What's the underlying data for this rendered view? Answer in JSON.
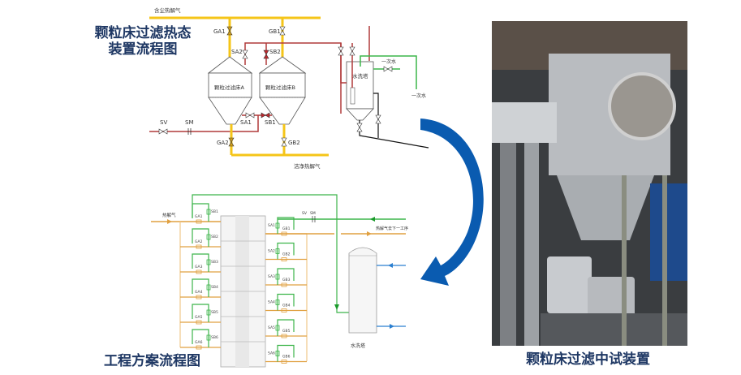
{
  "titles": {
    "hot_state_flow": "颗粒床过滤热态\n装置流程图",
    "engineering_flow": "工程方案流程图",
    "pilot_device": "颗粒床过滤中试装置"
  },
  "hot_diagram": {
    "inlet_gas": "含尘热解气",
    "outlet_gas": "洁净热解气",
    "filter_a": "颗粒过滤床A",
    "filter_b": "颗粒过滤床B",
    "water_tower": "水洗塔",
    "water_in_1": "一次水",
    "water_in_2": "一次水",
    "valves": {
      "ga1": "GA1",
      "gb1": "GB1",
      "sa2": "SA2",
      "sb2": "SB2",
      "sa1": "SA1",
      "sb1": "SB1",
      "ga2": "GA2",
      "gb2": "GB2",
      "sv": "SV",
      "sm": "SM"
    }
  },
  "eng_diagram": {
    "inlet_gas": "热解气",
    "outlet_gas": "热解气去下一工序",
    "tower": "水洗塔",
    "sv": "SV",
    "sm": "SM",
    "left_units": [
      {
        "ga": "GA1",
        "sb": "SB1"
      },
      {
        "ga": "GA2",
        "sb": "SB2"
      },
      {
        "ga": "GA3",
        "sb": "SB3"
      },
      {
        "ga": "GA4",
        "sb": "SB4"
      },
      {
        "ga": "GA5",
        "sb": "SB5"
      },
      {
        "ga": "GA6",
        "sb": "SB6"
      }
    ],
    "right_units": [
      {
        "sa": "SA1",
        "gb": "GB1"
      },
      {
        "sa": "SA2",
        "gb": "GB2"
      },
      {
        "sa": "SA3",
        "gb": "GB3"
      },
      {
        "sa": "SA4",
        "gb": "GB4"
      },
      {
        "sa": "SA5",
        "gb": "GB5"
      },
      {
        "sa": "SA6",
        "gb": "GB6"
      }
    ]
  },
  "colors": {
    "title": "#1f3864",
    "gas_line": "#f5c518",
    "red_line": "#b03a3a",
    "green_line": "#3cb54a",
    "orange_line": "#e0a040",
    "arrow_blue": "#0a5bb0",
    "water_blue": "#2a7fd0"
  }
}
